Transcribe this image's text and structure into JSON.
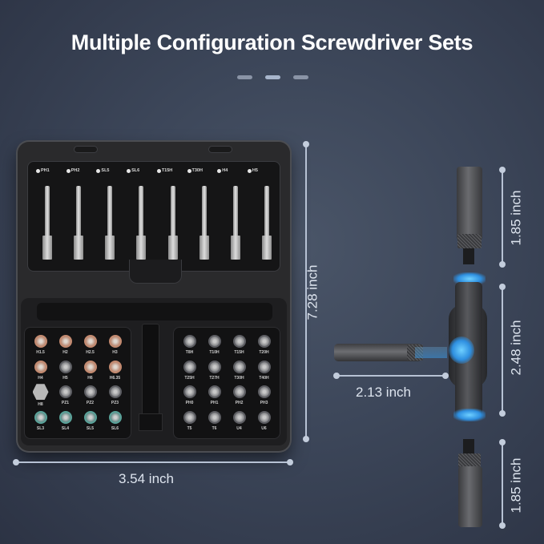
{
  "header": {
    "title": "Multiple Configuration Screwdriver Sets",
    "pager": {
      "count": 3,
      "active_index": 1
    }
  },
  "case": {
    "lid_bits": [
      {
        "label": "PH1",
        "icon": "phillips-icon"
      },
      {
        "label": "PH2",
        "icon": "phillips-icon"
      },
      {
        "label": "SL5",
        "icon": "slotted-icon"
      },
      {
        "label": "SL6",
        "icon": "slotted-icon"
      },
      {
        "label": "T15H",
        "icon": "torx-icon"
      },
      {
        "label": "T30H",
        "icon": "torx-icon"
      },
      {
        "label": "H4",
        "icon": "hex-icon"
      },
      {
        "label": "H5",
        "icon": "hex-icon"
      }
    ],
    "left_tray": [
      {
        "label": "H1.5",
        "style": "copper"
      },
      {
        "label": "H2",
        "style": "copper"
      },
      {
        "label": "H2.5",
        "style": "copper"
      },
      {
        "label": "H3",
        "style": "copper"
      },
      {
        "label": "H4",
        "style": "copper"
      },
      {
        "label": "H5",
        "style": "silver"
      },
      {
        "label": "H6",
        "style": "copper"
      },
      {
        "label": "H6.35",
        "style": "copper"
      },
      {
        "label": "H8",
        "style": "big"
      },
      {
        "label": "PZ1",
        "style": "silver"
      },
      {
        "label": "PZ2",
        "style": "silver"
      },
      {
        "label": "PZ3",
        "style": "silver"
      },
      {
        "label": "SL3",
        "style": "teal"
      },
      {
        "label": "SL4",
        "style": "teal"
      },
      {
        "label": "SL5",
        "style": "teal"
      },
      {
        "label": "SL6",
        "style": "teal"
      }
    ],
    "right_tray": [
      {
        "label": "T8H",
        "style": "silver"
      },
      {
        "label": "T10H",
        "style": "silver"
      },
      {
        "label": "T15H",
        "style": "silver"
      },
      {
        "label": "T20H",
        "style": "silver"
      },
      {
        "label": "T25H",
        "style": "silver"
      },
      {
        "label": "T27H",
        "style": "silver"
      },
      {
        "label": "T30H",
        "style": "silver"
      },
      {
        "label": "T40H",
        "style": "silver"
      },
      {
        "label": "PH0",
        "style": "silver"
      },
      {
        "label": "PH1",
        "style": "silver"
      },
      {
        "label": "PH2",
        "style": "silver"
      },
      {
        "label": "PH3",
        "style": "silver"
      },
      {
        "label": "T5",
        "style": "silver"
      },
      {
        "label": "T6",
        "style": "silver"
      },
      {
        "label": "U4",
        "style": "silver"
      },
      {
        "label": "U6",
        "style": "silver"
      }
    ]
  },
  "dimensions": {
    "case_width": "3.54 inch",
    "case_height": "7.28 inch",
    "top_extension": "1.85 inch",
    "handle_length": "2.48 inch",
    "side_extension": "2.13 inch",
    "bottom_extension": "1.85 inch"
  },
  "colors": {
    "background": "#3c4659",
    "dimension_line": "#b7c2d4",
    "glow_accent": "#2e8fe0",
    "case_body": "#2a2a2c"
  }
}
